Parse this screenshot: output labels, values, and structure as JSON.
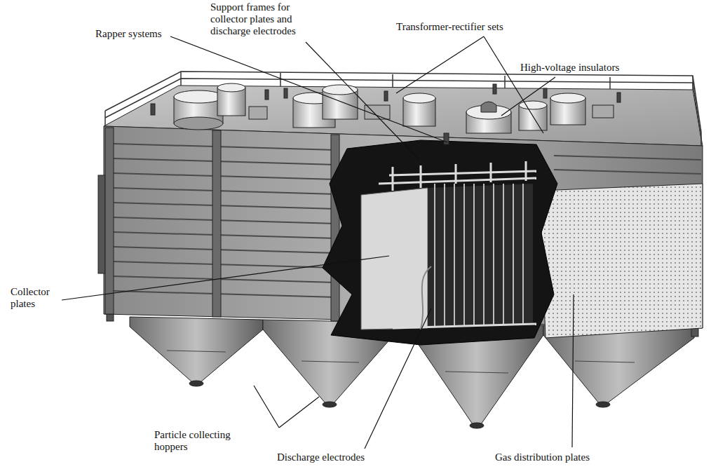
{
  "diagram": {
    "labels": [
      "Support frames for collector plates and discharge electrodes",
      "Transformer-rectifier sets",
      "Rapper systems",
      "High-voltage insulators",
      "Collector plates",
      "Particle collecting hoppers",
      "Discharge electrodes",
      "Gas distribution plates"
    ]
  }
}
